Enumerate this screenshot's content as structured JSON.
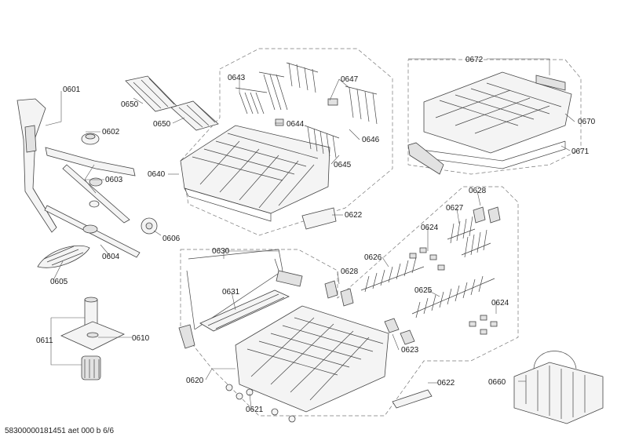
{
  "labels": {
    "p0601": "0601",
    "p0602": "0602",
    "p0603": "0603",
    "p0604": "0604",
    "p0605": "0605",
    "p0606": "0606",
    "p0610": "0610",
    "p0611": "0611",
    "p0620": "0620",
    "p0621": "0621",
    "p0622a": "0622",
    "p0622b": "0622",
    "p0623": "0623",
    "p0624a": "0624",
    "p0624b": "0624",
    "p0625": "0625",
    "p0626": "0626",
    "p0627": "0627",
    "p0628a": "0628",
    "p0628b": "0628",
    "p0630": "0630",
    "p0631": "0631",
    "p0640": "0640",
    "p0643": "0643",
    "p0644": "0644",
    "p0645": "0645",
    "p0646": "0646",
    "p0647": "0647",
    "p0650a": "0650",
    "p0650b": "0650",
    "p0660": "0660",
    "p0670": "0670",
    "p0671": "0671",
    "p0672": "0672"
  },
  "footer": "58300000181451 aet 000 b 6/6"
}
